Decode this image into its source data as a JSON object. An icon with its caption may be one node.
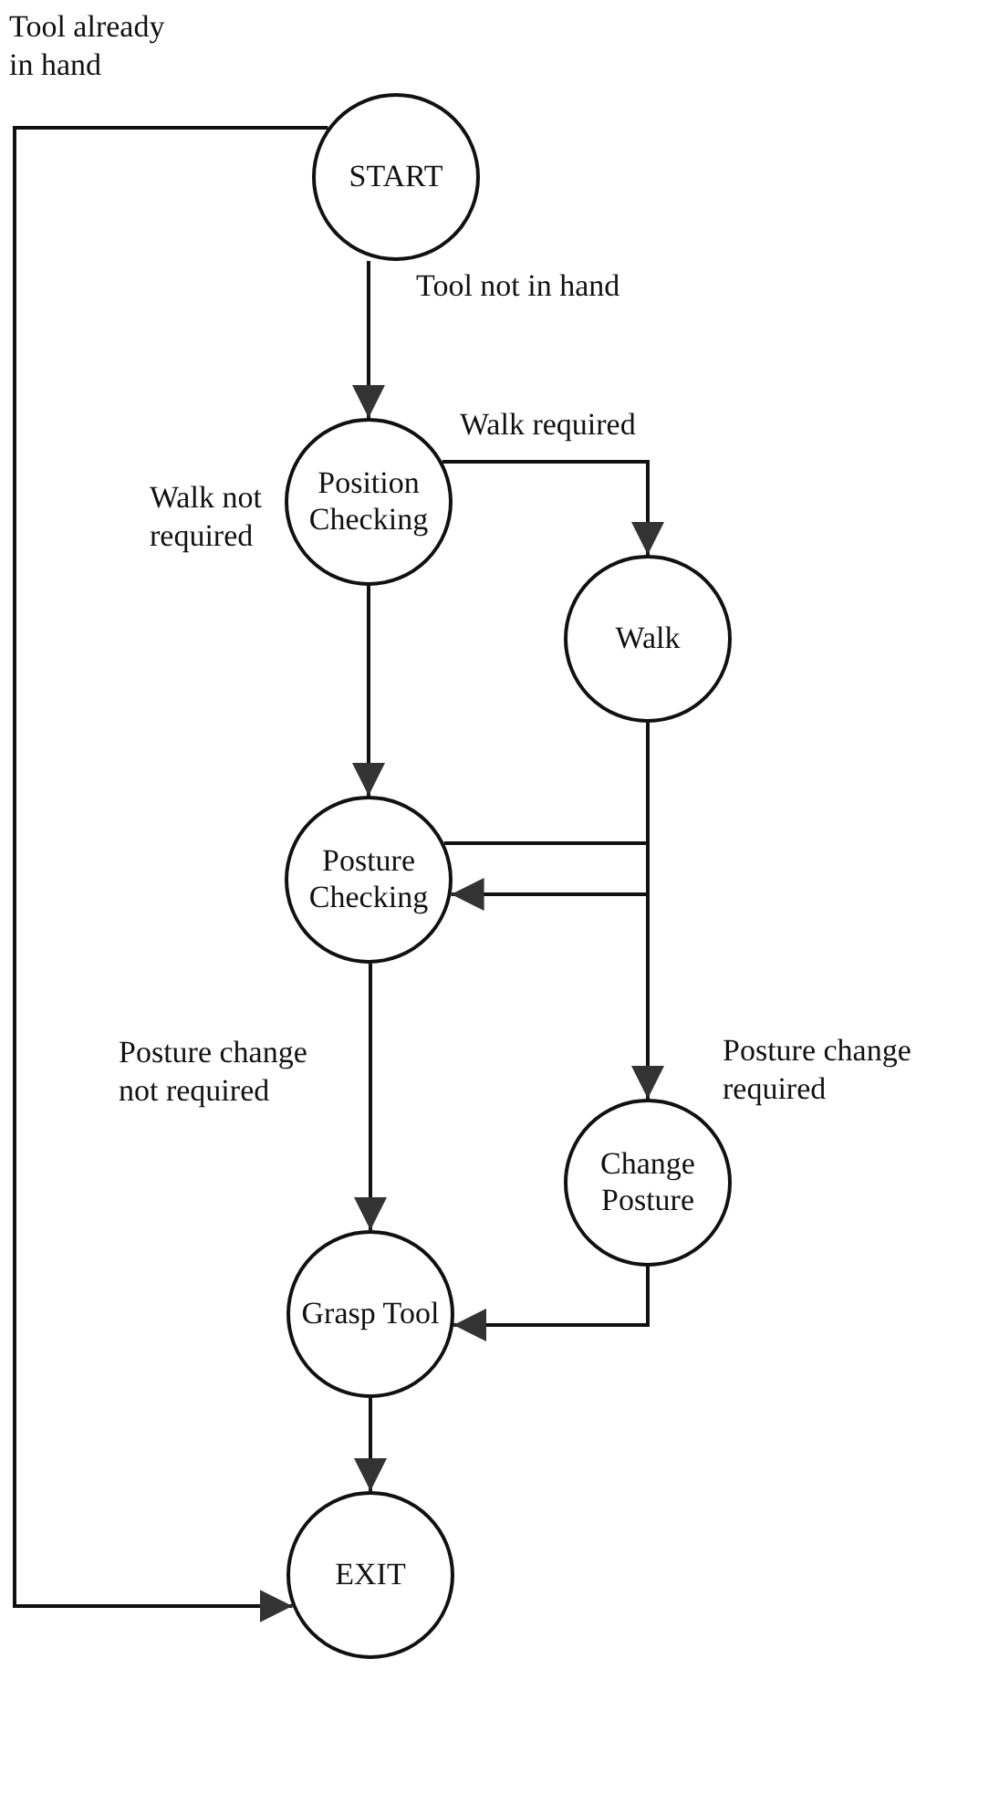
{
  "diagram": {
    "nodes": [
      {
        "text": [
          "START"
        ]
      },
      {
        "text": [
          "Position Checking"
        ]
      },
      {
        "text": [
          "Walk"
        ]
      },
      {
        "text": [
          "Posture Checking"
        ]
      },
      {
        "text": [
          "Change Posture"
        ]
      },
      {
        "text": [
          "Grasp Tool"
        ]
      },
      {
        "text": [
          "EXIT"
        ]
      }
    ],
    "edges": [
      {
        "from": 0,
        "to": 1,
        "arrow": "to",
        "label": "Tool not in hand"
      },
      {
        "from": 1,
        "to": 2,
        "arrow": "to",
        "label": "Walk required"
      },
      {
        "from": 1,
        "to": 3,
        "arrow": "to",
        "label": "Walk not required"
      },
      {
        "from": 2,
        "to": 3,
        "arrow": "to"
      },
      {
        "from": 3,
        "to": 4,
        "arrow": "to",
        "label": "Posture change required"
      },
      {
        "from": 3,
        "to": 5,
        "arrow": "to",
        "label": "Posture change not required"
      },
      {
        "from": 4,
        "to": 5,
        "arrow": "to"
      },
      {
        "from": 5,
        "to": 6,
        "arrow": "to"
      },
      {
        "from": 0,
        "to": 6,
        "arrow": "to",
        "label": "Tool already in hand"
      }
    ]
  }
}
